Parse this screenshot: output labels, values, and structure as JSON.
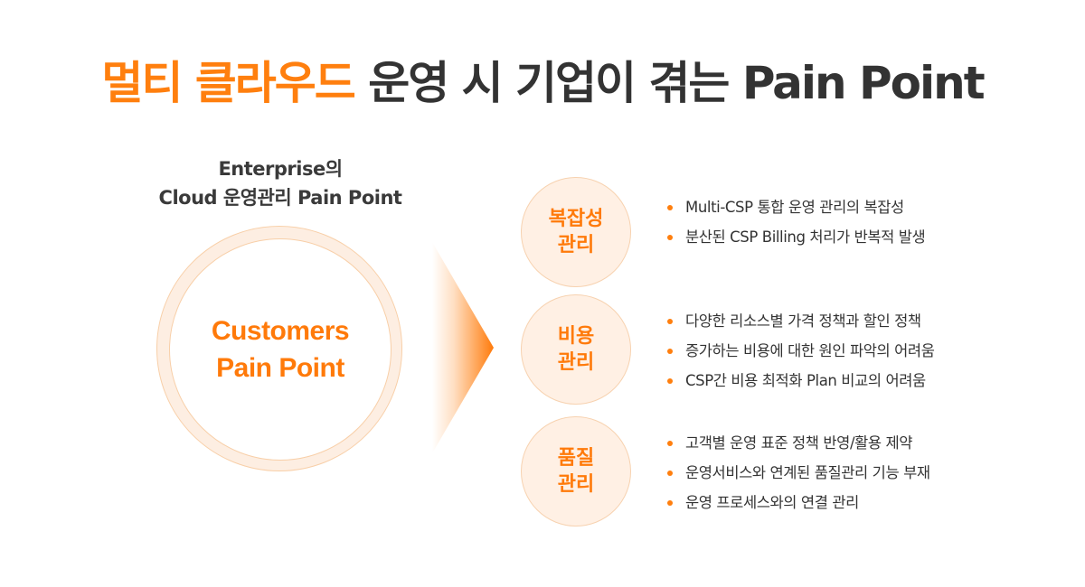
{
  "header": {
    "title_accent": "멀티 클라우드",
    "title_rest": " 운영 시 기업이 겪는 Pain Point",
    "accent_color": "#ff7f0e"
  },
  "left": {
    "subtitle_line1": "Enterprise의",
    "subtitle_line2": "Cloud 운영관리 Pain Point",
    "circle_line1": "Customers",
    "circle_line2": "Pain Point"
  },
  "categories": [
    {
      "label_line1": "복잡성",
      "label_line2": "관리",
      "bullets": [
        "Multi-CSP 통합 운영 관리의 복잡성",
        "분산된 CSP Billing 처리가 반복적 발생"
      ]
    },
    {
      "label_line1": "비용",
      "label_line2": "관리",
      "bullets": [
        "다양한 리소스별 가격 정책과 할인 정책",
        "증가하는 비용에 대한 원인 파악의 어려움",
        "CSP간 비용 최적화 Plan 비교의 어려움"
      ]
    },
    {
      "label_line1": "품질",
      "label_line2": "관리",
      "bullets": [
        "고객별 운영 표준 정책 반영/활용 제약",
        "운영서비스와 연계된 품질관리 기능 부재",
        "운영 프로세스와의 연결 관리"
      ]
    }
  ]
}
